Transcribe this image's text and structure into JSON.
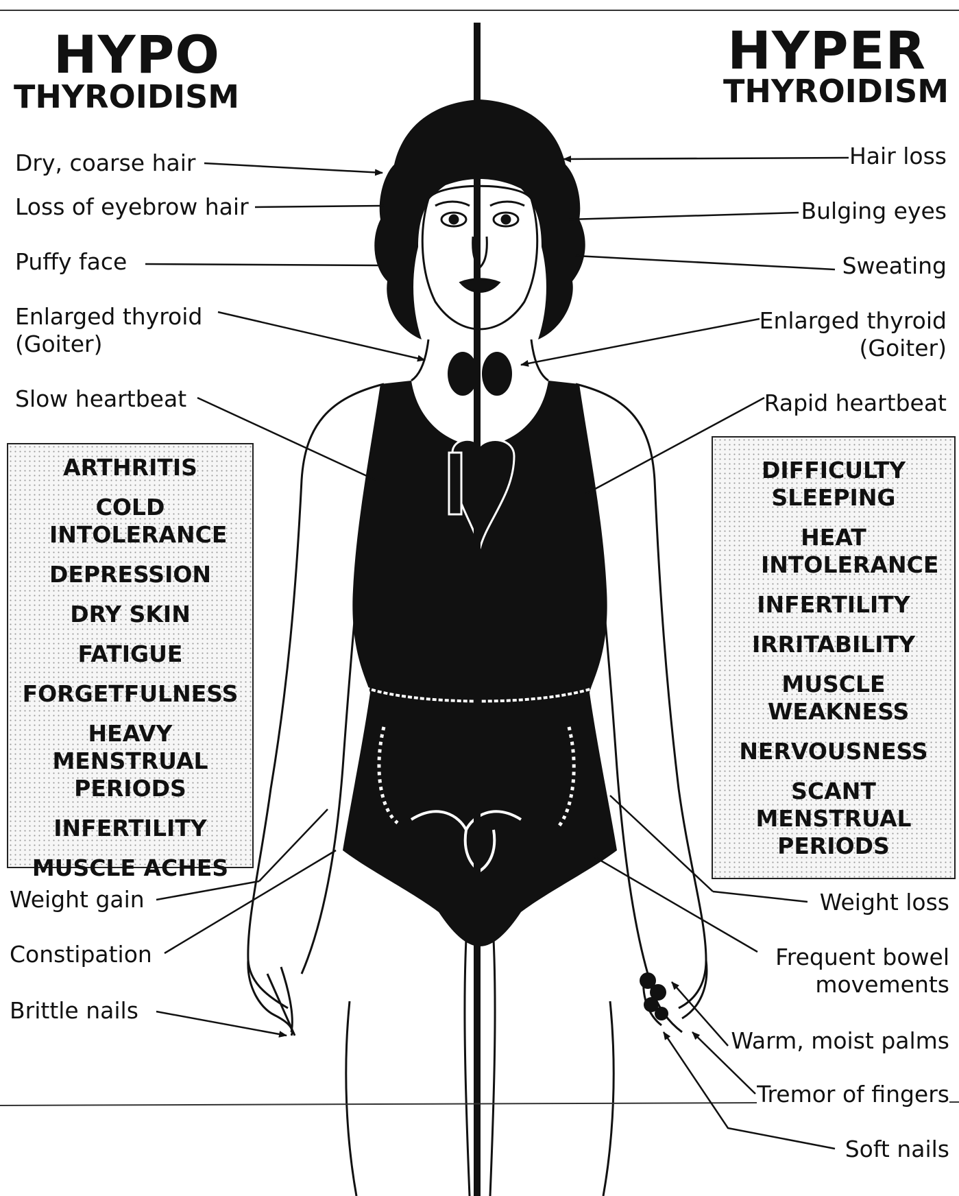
{
  "left": {
    "title_main": "HYPO",
    "title_sub": "THYROIDISM",
    "labels": {
      "hair": "Dry, coarse hair",
      "eyebrow": "Loss of eyebrow hair",
      "face": "Puffy face",
      "thyroid_l1": "Enlarged thyroid",
      "thyroid_l2": "(Goiter)",
      "heart": "Slow heartbeat",
      "weight": "Weight gain",
      "constipation": "Constipation",
      "nails": "Brittle nails"
    },
    "box_items": [
      "ARTHRITIS",
      "COLD INTOLERANCE",
      "DEPRESSION",
      "DRY SKIN",
      "FATIGUE",
      "FORGETFULNESS",
      "HEAVY MENSTRUAL PERIODS",
      "INFERTILITY",
      "MUSCLE ACHES"
    ]
  },
  "right": {
    "title_main": "HYPER",
    "title_sub": "THYROIDISM",
    "labels": {
      "hair": "Hair loss",
      "eyes": "Bulging eyes",
      "sweat": "Sweating",
      "thyroid_l1": "Enlarged thyroid",
      "thyroid_l2": "(Goiter)",
      "heart": "Rapid heartbeat",
      "weight": "Weight loss",
      "bowel_l1": "Frequent bowel",
      "bowel_l2": "movements",
      "palms": "Warm, moist palms",
      "tremor": "Tremor of fingers",
      "soft_nails": "Soft nails"
    },
    "box_items": [
      "DIFFICULTY SLEEPING",
      "HEAT INTOLERANCE",
      "INFERTILITY",
      "IRRITABILITY",
      "MUSCLE WEAKNESS",
      "NERVOUSNESS",
      "SCANT MENSTRUAL PERIODS"
    ]
  }
}
